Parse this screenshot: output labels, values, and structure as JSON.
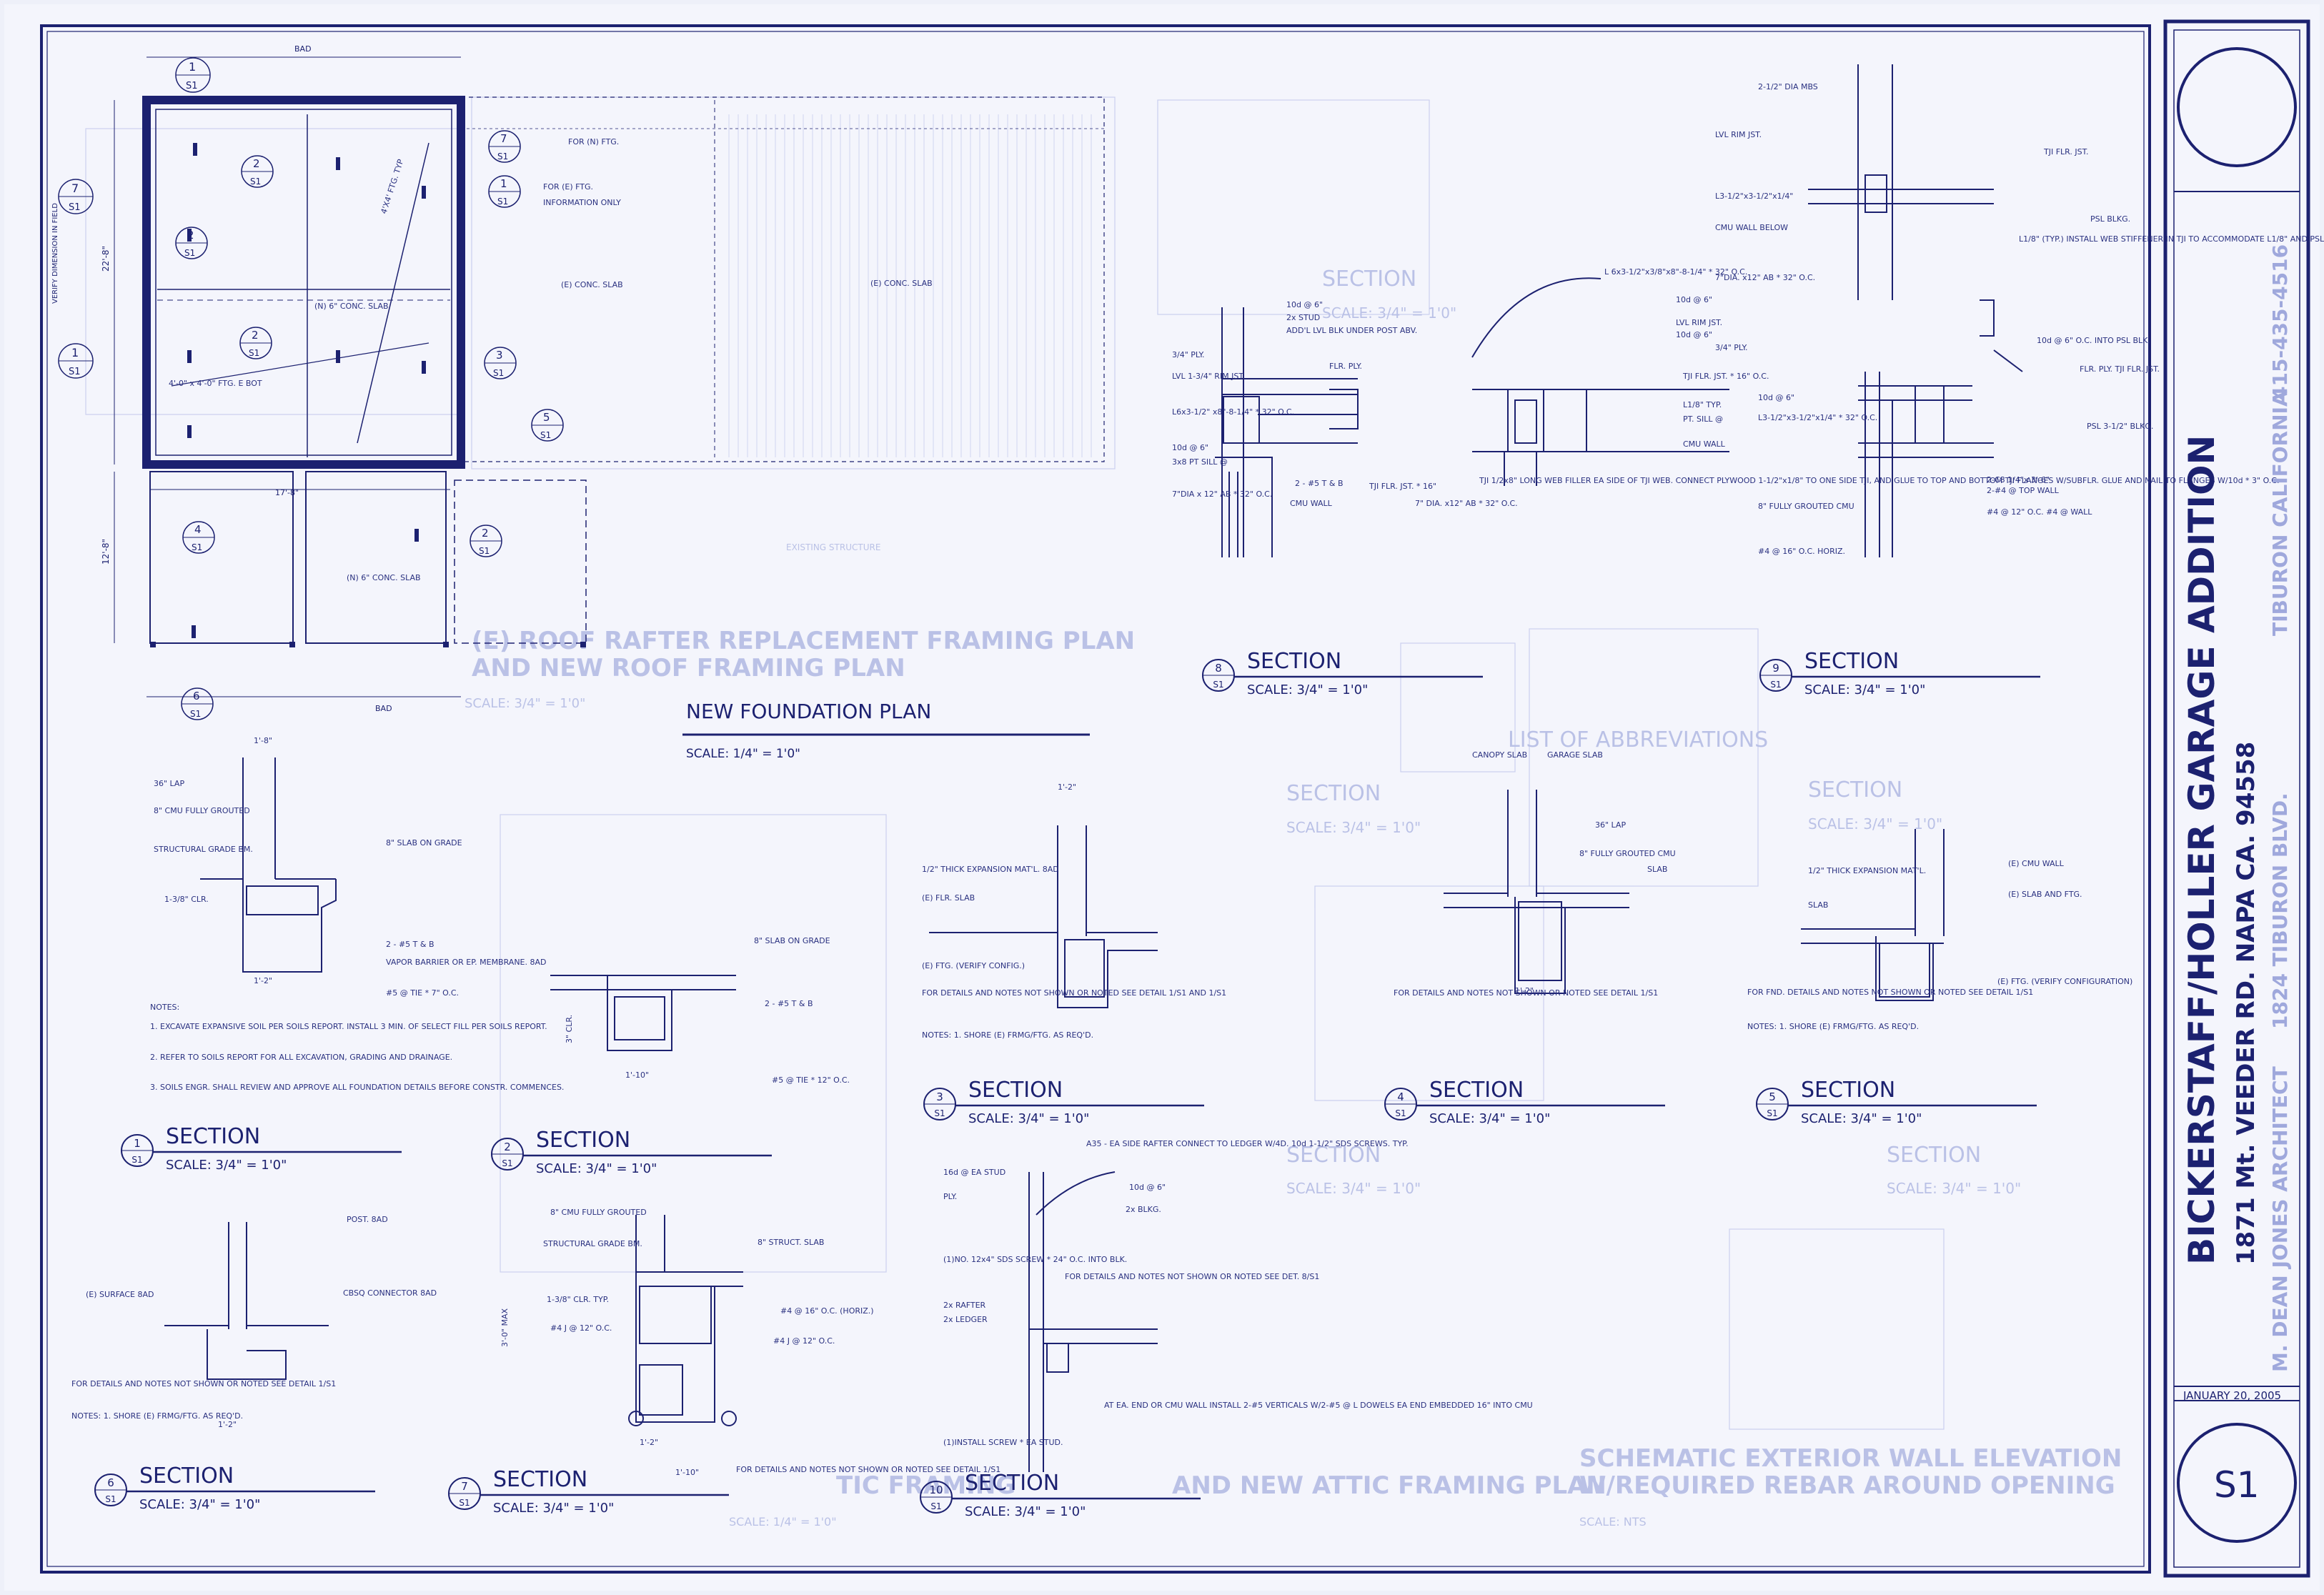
{
  "title_block": {
    "project": "BICKERSTAFF/HOLLER GARAGE ADDITION",
    "address": "1871 Mt. VEEDER RD. NAPA CA. 94558",
    "architect": "M. DEAN JONES ARCHITECT",
    "office_address": "1824 TIBURON BLVD.",
    "office_city": "TIBURON CALIFORNIA",
    "phone": "415-435-4516",
    "date": "JANUARY 20, 2005",
    "sheet": "S1"
  },
  "plan": {
    "title": "NEW FOUNDATION PLAN",
    "scale": "SCALE: 1/4\" = 1'0\"",
    "dim_top": "BAD",
    "dim_bottom": "BAD",
    "dim_left_1": "22'-8\"",
    "dim_left_2": "12'-8\"",
    "dim_mid": "17'-8\"",
    "verify": "VERIFY DIMENSION IN FIELD",
    "notes": {
      "ftg_new": "FOR (N) FTG.",
      "ftg_existing": "FOR (E) FTG.",
      "info_only": "INFORMATION ONLY",
      "econc_slab": "(E) CONC. SLAB",
      "nconc_slab": "(N) 6\" CONC. SLAB",
      "nconc_slab2": "(N) 6\" CONC. SLAB",
      "econc_slab2": "(E) CONC. SLAB",
      "diag": "4'X4' FTG. TYP",
      "diag2": "4'-0\" x 4'-0\" FTG. E BOT"
    },
    "callouts": [
      {
        "num": "1",
        "sheet": "S1"
      },
      {
        "num": "2",
        "sheet": "S1"
      },
      {
        "num": "3",
        "sheet": "S1"
      },
      {
        "num": "4",
        "sheet": "S1"
      },
      {
        "num": "5",
        "sheet": "S1"
      },
      {
        "num": "6",
        "sheet": "S1"
      },
      {
        "num": "7",
        "sheet": "S1"
      }
    ]
  },
  "sections": [
    {
      "num": "1",
      "sheet": "S1",
      "title": "SECTION",
      "scale": "SCALE: 3/4\" = 1'0\""
    },
    {
      "num": "2",
      "sheet": "S1",
      "title": "SECTION",
      "scale": "SCALE: 3/4\" = 1'0\""
    },
    {
      "num": "3",
      "sheet": "S1",
      "title": "SECTION",
      "scale": "SCALE: 3/4\" = 1'0\""
    },
    {
      "num": "4",
      "sheet": "S1",
      "title": "SECTION",
      "scale": "SCALE: 3/4\" = 1'0\""
    },
    {
      "num": "5",
      "sheet": "S1",
      "title": "SECTION",
      "scale": "SCALE: 3/4\" = 1'0\""
    },
    {
      "num": "6",
      "sheet": "S1",
      "title": "SECTION",
      "scale": "SCALE: 3/4\" = 1'0\""
    },
    {
      "num": "7",
      "sheet": "S1",
      "title": "SECTION",
      "scale": "SCALE: 3/4\" = 1'0\""
    },
    {
      "num": "8",
      "sheet": "S1",
      "title": "SECTION",
      "scale": "SCALE: 3/4\" = 1'0\""
    },
    {
      "num": "9",
      "sheet": "S1",
      "title": "SECTION",
      "scale": "SCALE: 3/4\" = 1'0\""
    },
    {
      "num": "10",
      "sheet": "S1",
      "title": "SECTION",
      "scale": "SCALE: 3/4\" = 1'0\""
    }
  ],
  "section_notes": {
    "s1_a": "36\" LAP",
    "s1_b": "8\" CMU FULLY GROUTED",
    "s1_c": "STRUCTURAL GRADE BM.",
    "s1_d": "8\" SLAB ON GRADE",
    "s1_e": "1-3/8\" CLR.",
    "s1_f": "2 - #5 T & B",
    "s1_g": "VAPOR BARRIER OR EP. MEMBRANE. 8AD",
    "s1_h": "#5 @ TIE * 7\" O.C.",
    "s1_dim": "1'-8\"",
    "s1_dim2": "1'-2\"",
    "notes_head": "NOTES:",
    "note1": "1. EXCAVATE EXPANSIVE SOIL PER SOILS REPORT. INSTALL 3 MIN. OF SELECT FILL PER SOILS REPORT.",
    "note2": "2. REFER TO SOILS REPORT FOR ALL EXCAVATION, GRADING AND DRAINAGE.",
    "note3": "3. SOILS ENGR. SHALL REVIEW AND APPROVE ALL FOUNDATION DETAILS BEFORE CONSTR. COMMENCES.",
    "s2_a": "8\" SLAB ON GRADE",
    "s2_b": "2 - #5 T & B",
    "s2_c": "#5 @ TIE * 12\" O.C.",
    "s2_dim": "1'-10\"",
    "s2_clr": "3\" CLR.",
    "s3_a": "1/2\" THICK EXPANSION MAT'L. 8AD",
    "s3_b": "(E) FLR. SLAB",
    "s3_c": "(E) FTG. (VERIFY CONFIG.)",
    "s3_d": "FOR DETAILS AND NOTES NOT SHOWN OR NOTED SEE DETAIL 1/S1 AND 1/S1",
    "s3_e": "NOTES: 1. SHORE (E) FRMG/FTG. AS REQ'D.",
    "s3_dim": "1'-2\"",
    "s4_a": "CANOPY SLAB",
    "s4_b": "GARAGE SLAB",
    "s4_c": "36\" LAP",
    "s4_d": "8\" FULLY GROUTED CMU",
    "s4_e": "SLAB",
    "s4_f": "FOR DETAILS AND NOTES NOT SHOWN OR NOTED SEE DETAIL 1/S1",
    "s4_dim": "1'-2\"",
    "s5_a": "1/2\" THICK EXPANSION MAT'L.",
    "s5_b": "SLAB",
    "s5_c": "(E) CMU WALL",
    "s5_d": "(E) SLAB AND FTG.",
    "s5_e": "(E) FTG. (VERIFY CONFIGURATION)",
    "s5_f": "FOR FND. DETAILS AND NOTES NOT SHOWN OR NOTED SEE DETAIL 1/S1",
    "s5_g": "NOTES: 1. SHORE (E) FRMG/FTG. AS REQ'D.",
    "s6_a": "POST. 8AD",
    "s6_b": "(E) SURFACE 8AD",
    "s6_c": "CBSQ CONNECTOR 8AD",
    "s6_d": "FOR DETAILS AND NOTES NOT SHOWN OR NOTED SEE DETAIL 1/S1",
    "s6_e": "NOTES: 1. SHORE (E) FRMG/FTG. AS REQ'D.",
    "s6_dim": "1'-2\"",
    "s7_a": "8\" CMU FULLY GROUTED",
    "s7_b": "STRUCTURAL GRADE BM.",
    "s7_c": "8\" STRUCT. SLAB",
    "s7_d": "1-3/8\" CLR. TYP.",
    "s7_e": "#4 @ 16\" O.C. (HORIZ.)",
    "s7_f": "#4 J @ 12\" O.C.",
    "s7_g": "#4 J @ 12\" O.C.",
    "s7_h": "FOR DETAILS AND NOTES NOT SHOWN OR NOTED SEE DETAIL 1/S1",
    "s7_dim": "1'-2\"",
    "s7_dim2": "1'-10\"",
    "s7_max": "3'-0\" MAX",
    "s8_a": "10d @ 6\"",
    "s8_b": "2x STUD",
    "s8_c": "ADD'L LVL BLK UNDER POST ABV.",
    "s8_d": "FLR. PLY.",
    "s8_e": "3/4\" PLY.",
    "s8_f": "LVL 1-3/4\" RIM JST.",
    "s8_g": "L6x3-1/2\" x8\"-8-1/4\" * 32\" O.C.",
    "s8_h": "10d @ 6\"",
    "s8_i": "3x8 PT SILL @",
    "s8_j": "2 - #5 T & B",
    "s8_k": "TJI FLR. JST. * 16\"",
    "s8_l": "7\"DIA x 12\" AB * 32\" O.C.",
    "s8_m": "CMU WALL",
    "s8_n": "L 6x3-1/2\"x3/8\"x8\"-8-1/4\" * 32\" O.C.",
    "s8_o": "10d @ 6\"",
    "s8_p": "LVL RIM JST.",
    "s8_q": "TJI FLR. JST. * 16\" O.C.",
    "s8_r": "L1/8\" TYP.",
    "s8_s": "PT. SILL @",
    "s8_t": "CMU WALL",
    "s8_u": "TJI 1/2x8\" LONG WEB FILLER EA SIDE OF TJI WEB. CONNECT PLYWOOD 1-1/2\"x1/8\" TO ONE SIDE TJI, AND GLUE TO TOP AND BOTTOM TJI FLANGES W/SUBFLR. GLUE AND NAIL TO FLANGES W/10d * 3\" O.C.",
    "s8_v": "7\" DIA. x12\" AB * 32\" O.C.",
    "s9_a": "2-1/2\" DIA MBS",
    "s9_b": "LVL RIM JST.",
    "s9_c": "TJI FLR. JST.",
    "s9_d": "L3-1/2\"x3-1/2\"x1/4\"",
    "s9_e": "CMU WALL BELOW",
    "s9_f": "PSL BLKG.",
    "s9_g": "L1/8\" (TYP.) INSTALL WEB STIFFENER IN TJI TO ACCOMMODATE L1/8\" AND PSL BLKG.",
    "s9_h": "7\"DIA. x12\" AB * 32\" O.C.",
    "s9_i": "3/4\" PLY.",
    "s9_j": "10d @ 6\"",
    "s9_k": "L3-1/2\"x3-1/2\"x1/4\" * 32\" O.C.",
    "s9_l": "10d @ 6\" O.C. INTO PSL BLK.",
    "s9_m": "FLR. PLY. TJI FLR. JST.",
    "s9_n": "PSL 3-1/2\" BLKG.",
    "s9_o": "2-C8 1/4\"x 3'-6\"",
    "s9_p": "2-#4 @ TOP WALL",
    "s9_q": "8\" FULLY GROUTED CMU",
    "s9_r": "#4 @ 12\" O.C. #4 @ WALL",
    "s9_s": "#4 @ 16\" O.C. HORIZ.",
    "s10_a": "A35 - EA SIDE RAFTER CONNECT TO LEDGER W/4D. 10d 1-1/2\" SDS SCREWS. TYP.",
    "s10_b": "10d @ 6\"",
    "s10_c": "16d @ EA STUD",
    "s10_d": "PLY.",
    "s10_e": "2x BLKG.",
    "s10_f": "(1)NO. 12x4\" SDS SCREW * 24\" O.C. INTO BLK.",
    "s10_g": "2x RAFTER",
    "s10_h": "2x LEDGER",
    "s10_i": "FOR DETAILS AND NOTES NOT SHOWN OR NOTED SEE DET. 8/S1",
    "s10_j": "AT EA. END OR CMU WALL INSTALL 2-#5 VERTICALS W/2-#5 @ L DOWELS EA END EMBEDDED 16\" INTO CMU",
    "s10_k": "(1)INSTALL SCREW * EA STUD."
  },
  "ghost_text": {
    "g1": "(E) ROOF RAFTER REPLACEMENT FRAMING PLAN",
    "g2": "AND NEW ROOF FRAMING PLAN",
    "g3": "SCALE: 3/4\" = 1'0\"",
    "g4": "EXISTING STRUCTURE",
    "g5": "SECTION",
    "g6": "SCALE: 3/4\" = 1'0\"",
    "g7": "SCHEMATIC EXTERIOR WALL ELEVATION",
    "g8": "W/REQUIRED REBAR AROUND OPENING",
    "g9": "TIC FRAMING",
    "g10": "AND NEW ATTIC FRAMING PLAN",
    "g11": "SCALE: NTS",
    "g12": "LIST OF ABBREVIATIONS",
    "g13": "SCALE: 1/4\" = 1'0\""
  }
}
